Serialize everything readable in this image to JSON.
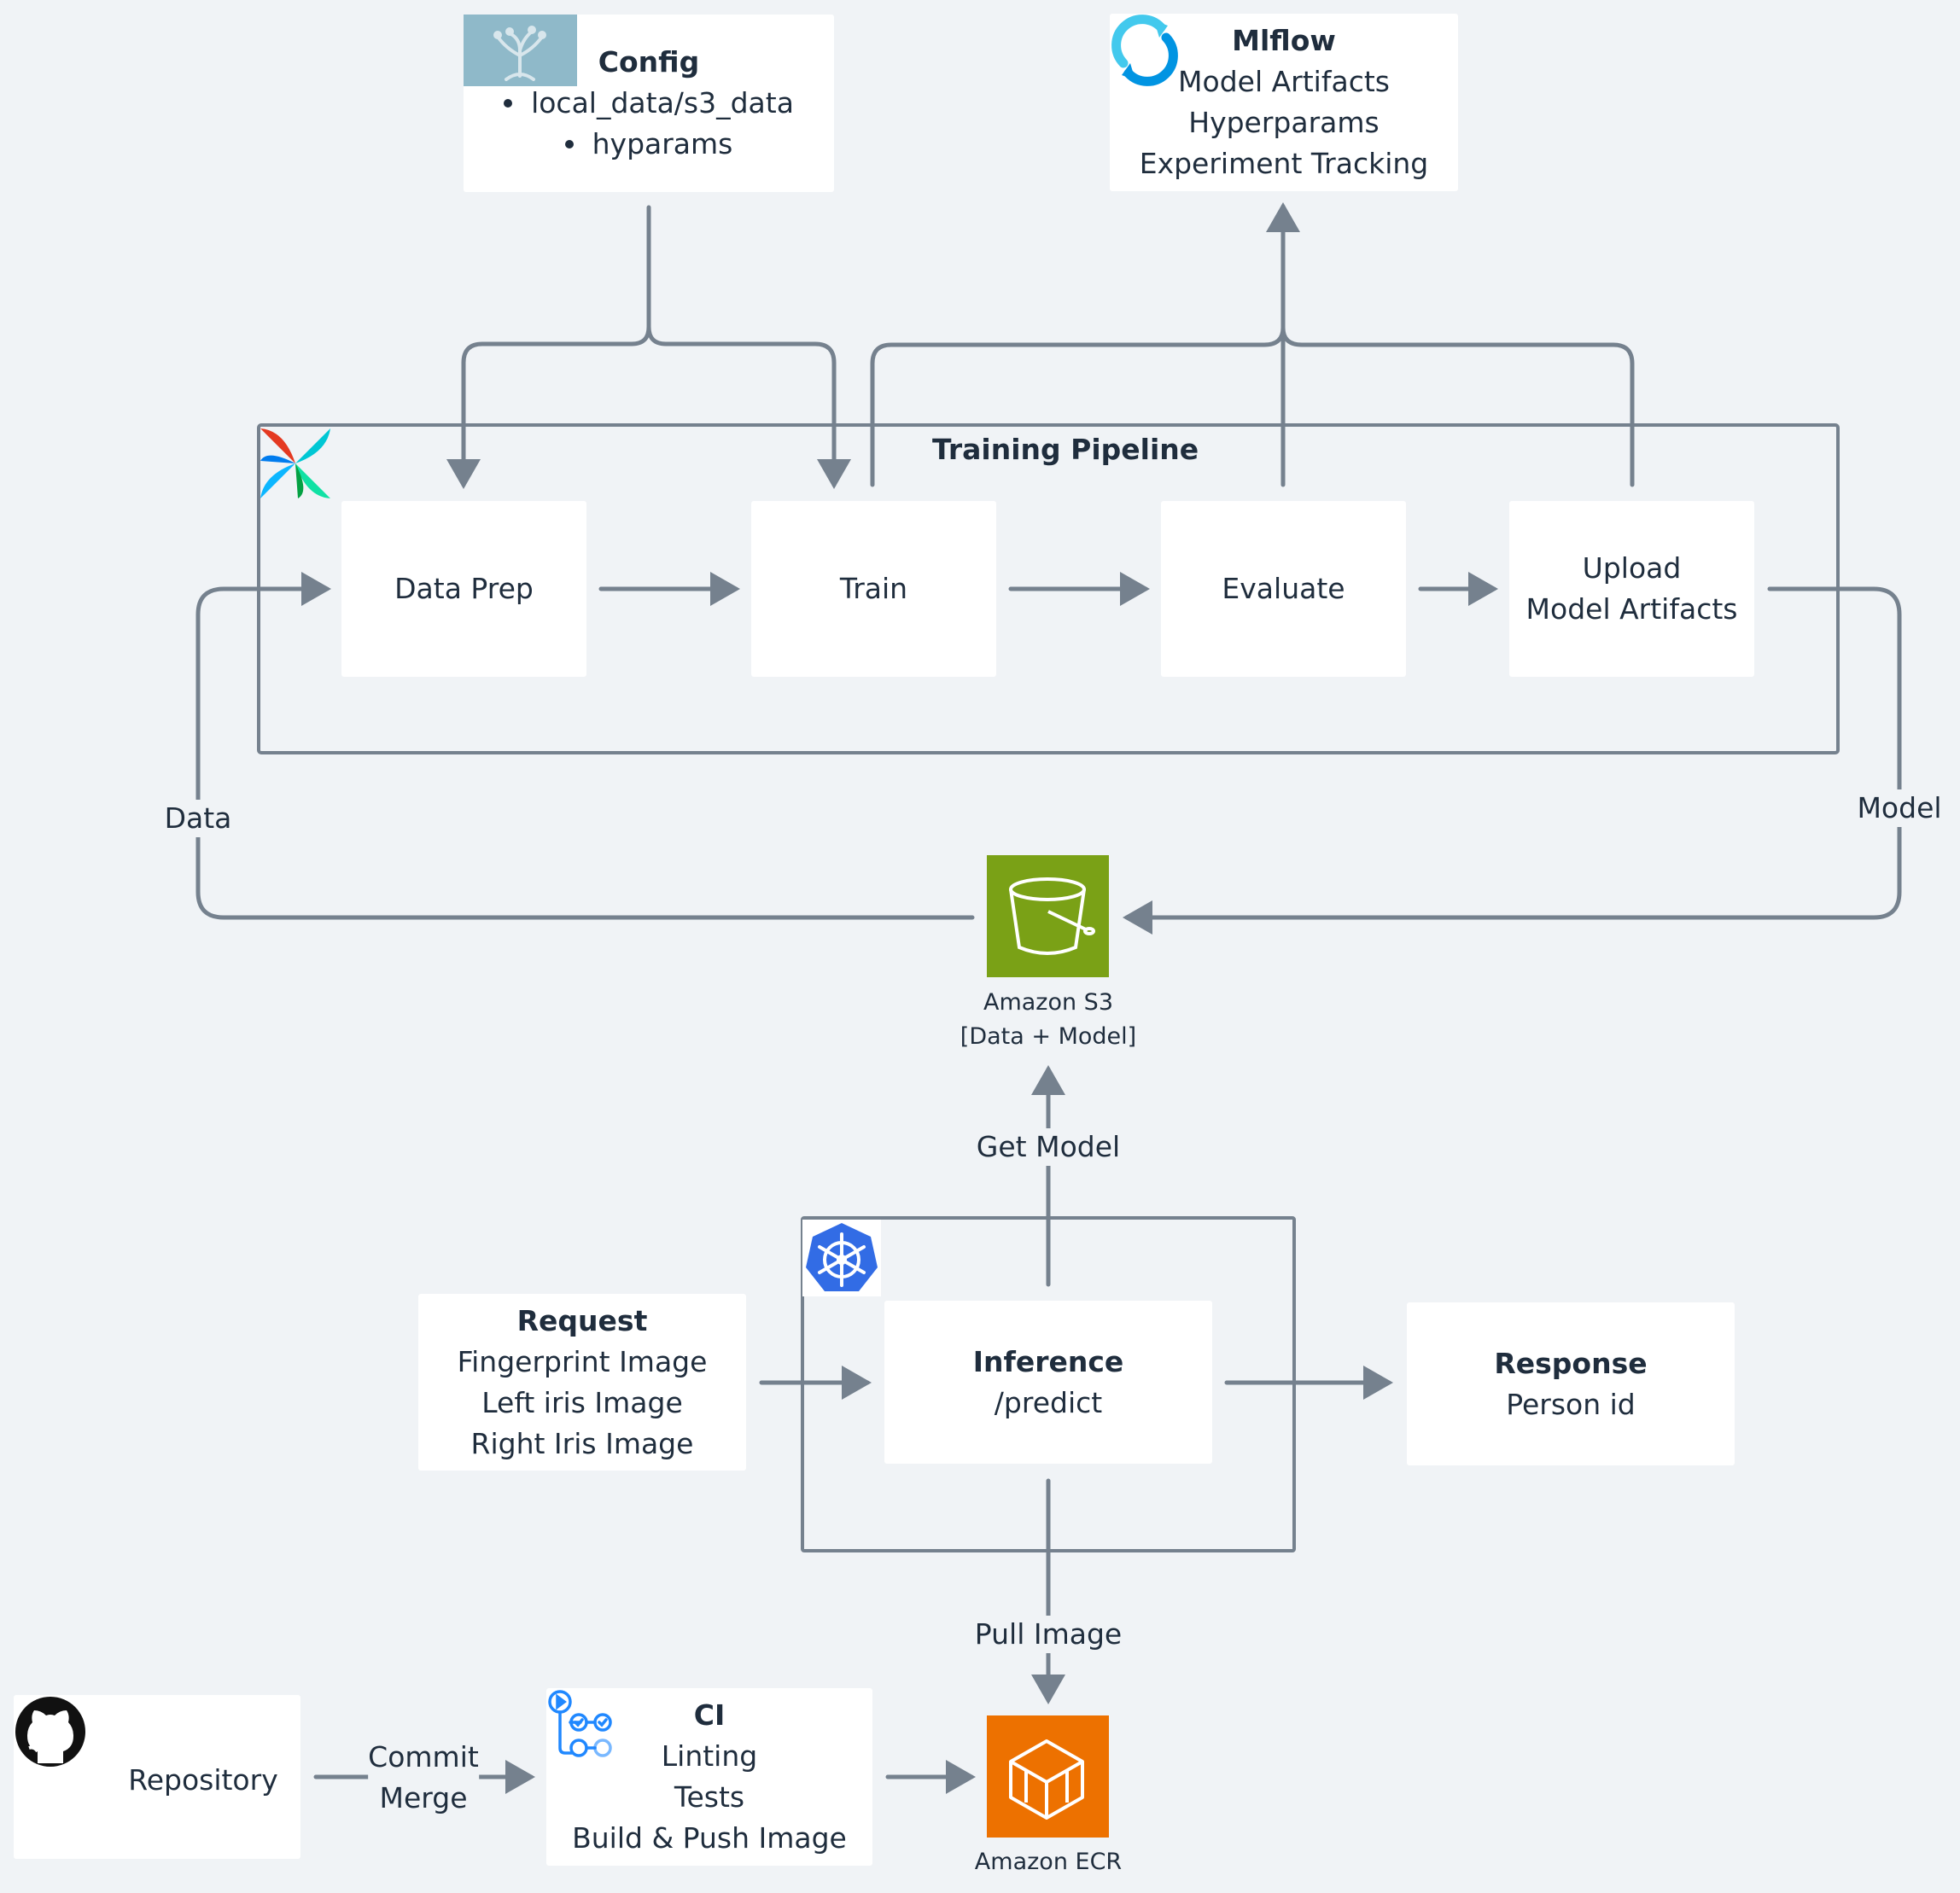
{
  "config": {
    "title": "Config",
    "items": [
      "local_data/s3_data",
      "hyparams"
    ]
  },
  "mlflow": {
    "title": "Mlflow",
    "lines": [
      "Model Artifacts",
      "Hyperparams",
      "Experiment Tracking"
    ]
  },
  "pipeline": {
    "title": "Training Pipeline",
    "steps": [
      "Data Prep",
      "Train",
      "Evaluate"
    ],
    "upload_line1": "Upload",
    "upload_line2": "Model Artifacts"
  },
  "edges": {
    "data": "Data",
    "model": "Model",
    "get_model": "Get Model",
    "pull_image": "Pull Image",
    "commit": "Commit",
    "merge": "Merge"
  },
  "s3": {
    "line1": "Amazon S3",
    "line2": "[Data + Model]",
    "color": "#7aa116"
  },
  "request": {
    "title": "Request",
    "lines": [
      "Fingerprint Image",
      "Left iris Image",
      "Right Iris Image"
    ]
  },
  "inference": {
    "title": "Inference",
    "route": "/predict"
  },
  "response": {
    "title": "Response",
    "value": "Person id"
  },
  "repository": {
    "label": "Repository"
  },
  "ci": {
    "title": "CI",
    "lines": [
      "Linting",
      "Tests",
      "Build & Push Image"
    ]
  },
  "ecr": {
    "label": "Amazon ECR",
    "color": "#ed7100"
  },
  "icons": [
    "hydra-icon",
    "mlflow-icon",
    "airflow-icon",
    "amazon-s3-icon",
    "kubernetes-icon",
    "github-icon",
    "github-actions-icon",
    "amazon-ecr-icon"
  ]
}
